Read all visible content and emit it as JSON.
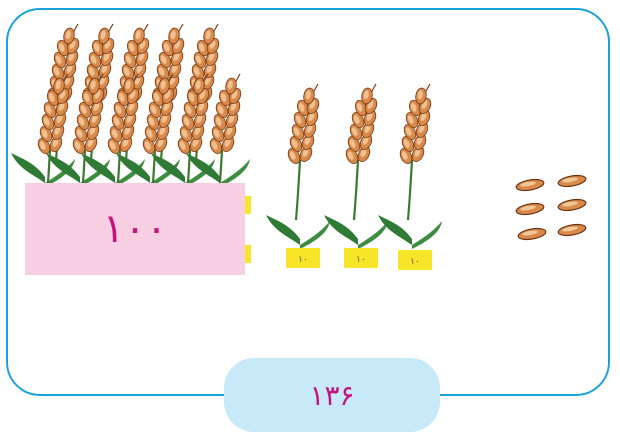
{
  "hundred_card": {
    "value": "۱۰۰"
  },
  "ten_bundles": [
    {
      "tag": "۱۰"
    },
    {
      "tag": "۱۰"
    },
    {
      "tag": "۱۰"
    }
  ],
  "single_grains": {
    "count": 6
  },
  "total": {
    "value": "۱۳۶"
  },
  "colors": {
    "frame_border": "#1aa2dc",
    "pink_card": "#f8cfe2",
    "pink_text": "#c8127f",
    "blue_pill": "#c7e9f8",
    "tag_yellow": "#f7e52a",
    "leaf_green": "#2f7a35",
    "grain_orange": "#d98a4a"
  }
}
